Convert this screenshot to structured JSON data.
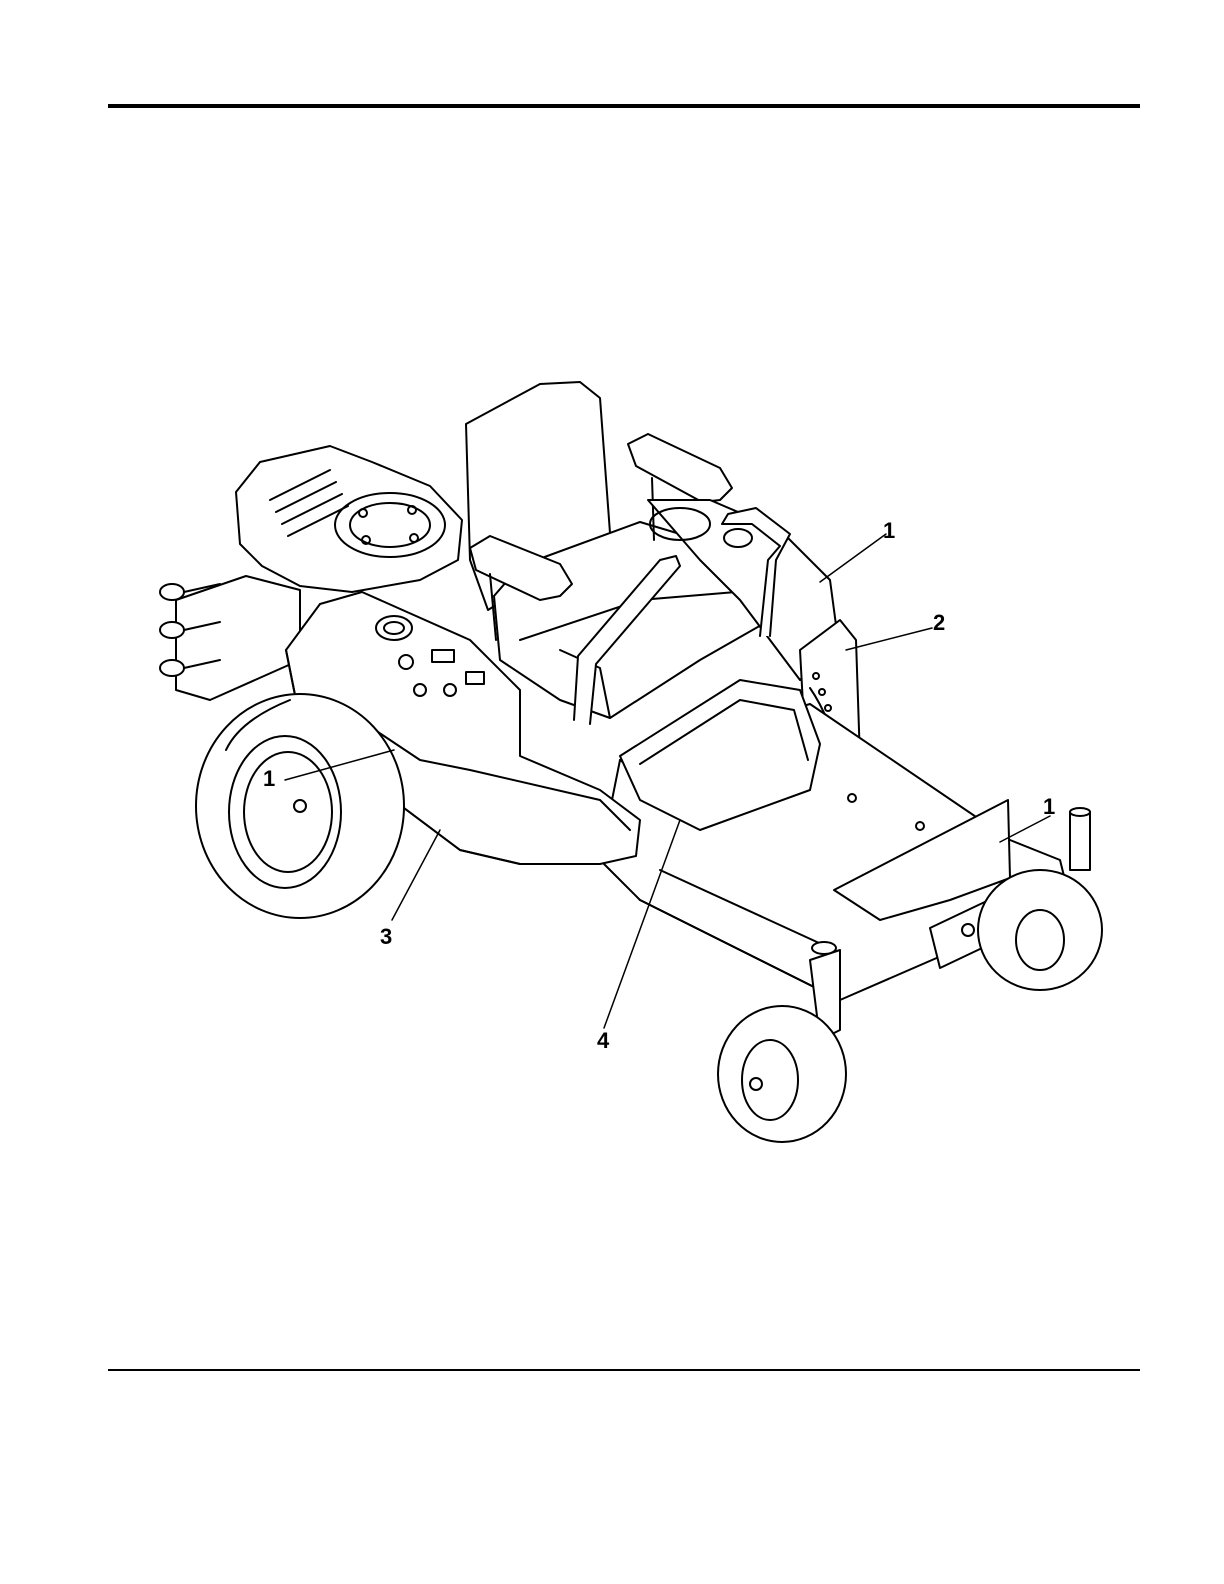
{
  "callouts": [
    {
      "id": "c1a",
      "label": "1"
    },
    {
      "id": "c2",
      "label": "2"
    },
    {
      "id": "c1b",
      "label": "1"
    },
    {
      "id": "c1c",
      "label": "1"
    },
    {
      "id": "c3",
      "label": "3"
    },
    {
      "id": "c4",
      "label": "4"
    }
  ]
}
